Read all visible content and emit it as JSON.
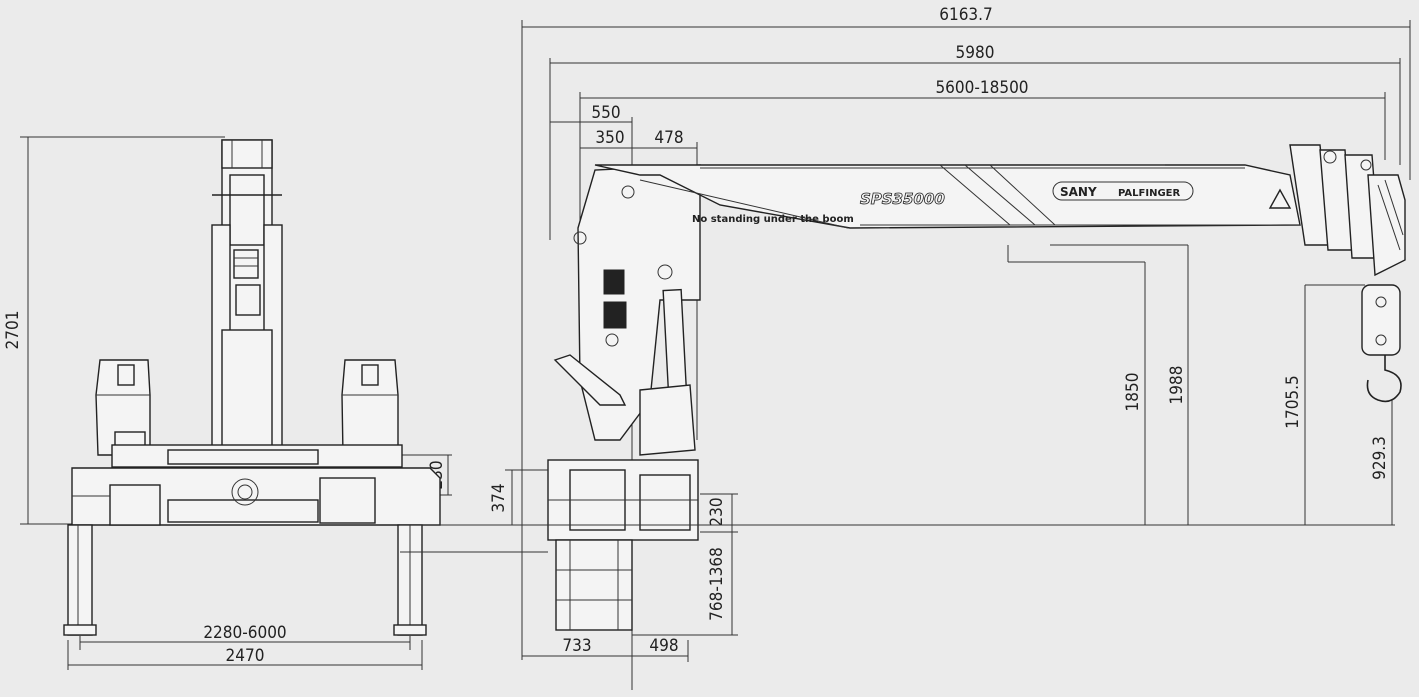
{
  "dimensions": {
    "overall_length": "6163.7",
    "reach_base": "5980",
    "reach_range": "5600-18500",
    "d550": "550",
    "d350": "350",
    "d478": "478",
    "height_total": "2701",
    "top_height": "230",
    "outrigger_span": "2280-6000",
    "outrigger_width": "2470",
    "base_height": "374",
    "stab_height": "230",
    "stab_drop": "768-1368",
    "base_left": "733",
    "base_right": "498",
    "hook_height_1850": "1850",
    "hook_height_1988": "1988",
    "hook_height_1705": "1705.5",
    "hook_height_929": "929.3"
  },
  "labels": {
    "brand_sany": "SANY",
    "brand_palfinger": "PALFINGER",
    "model": "SPS35000",
    "warning": "No standing under the boom"
  }
}
